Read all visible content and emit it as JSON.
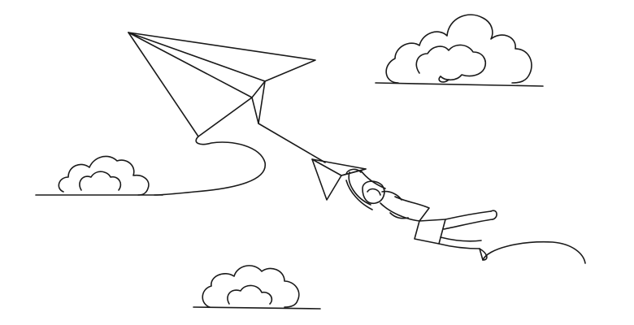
{
  "colors": {
    "background": "#ffffff",
    "ink": "#1a1a1a"
  },
  "subjects": [
    "large-paper-plane",
    "small-paper-plane",
    "woman-hanging-from-plane",
    "cloud-top-right",
    "cloud-left",
    "cloud-bottom"
  ],
  "style": "continuous-line-drawing"
}
